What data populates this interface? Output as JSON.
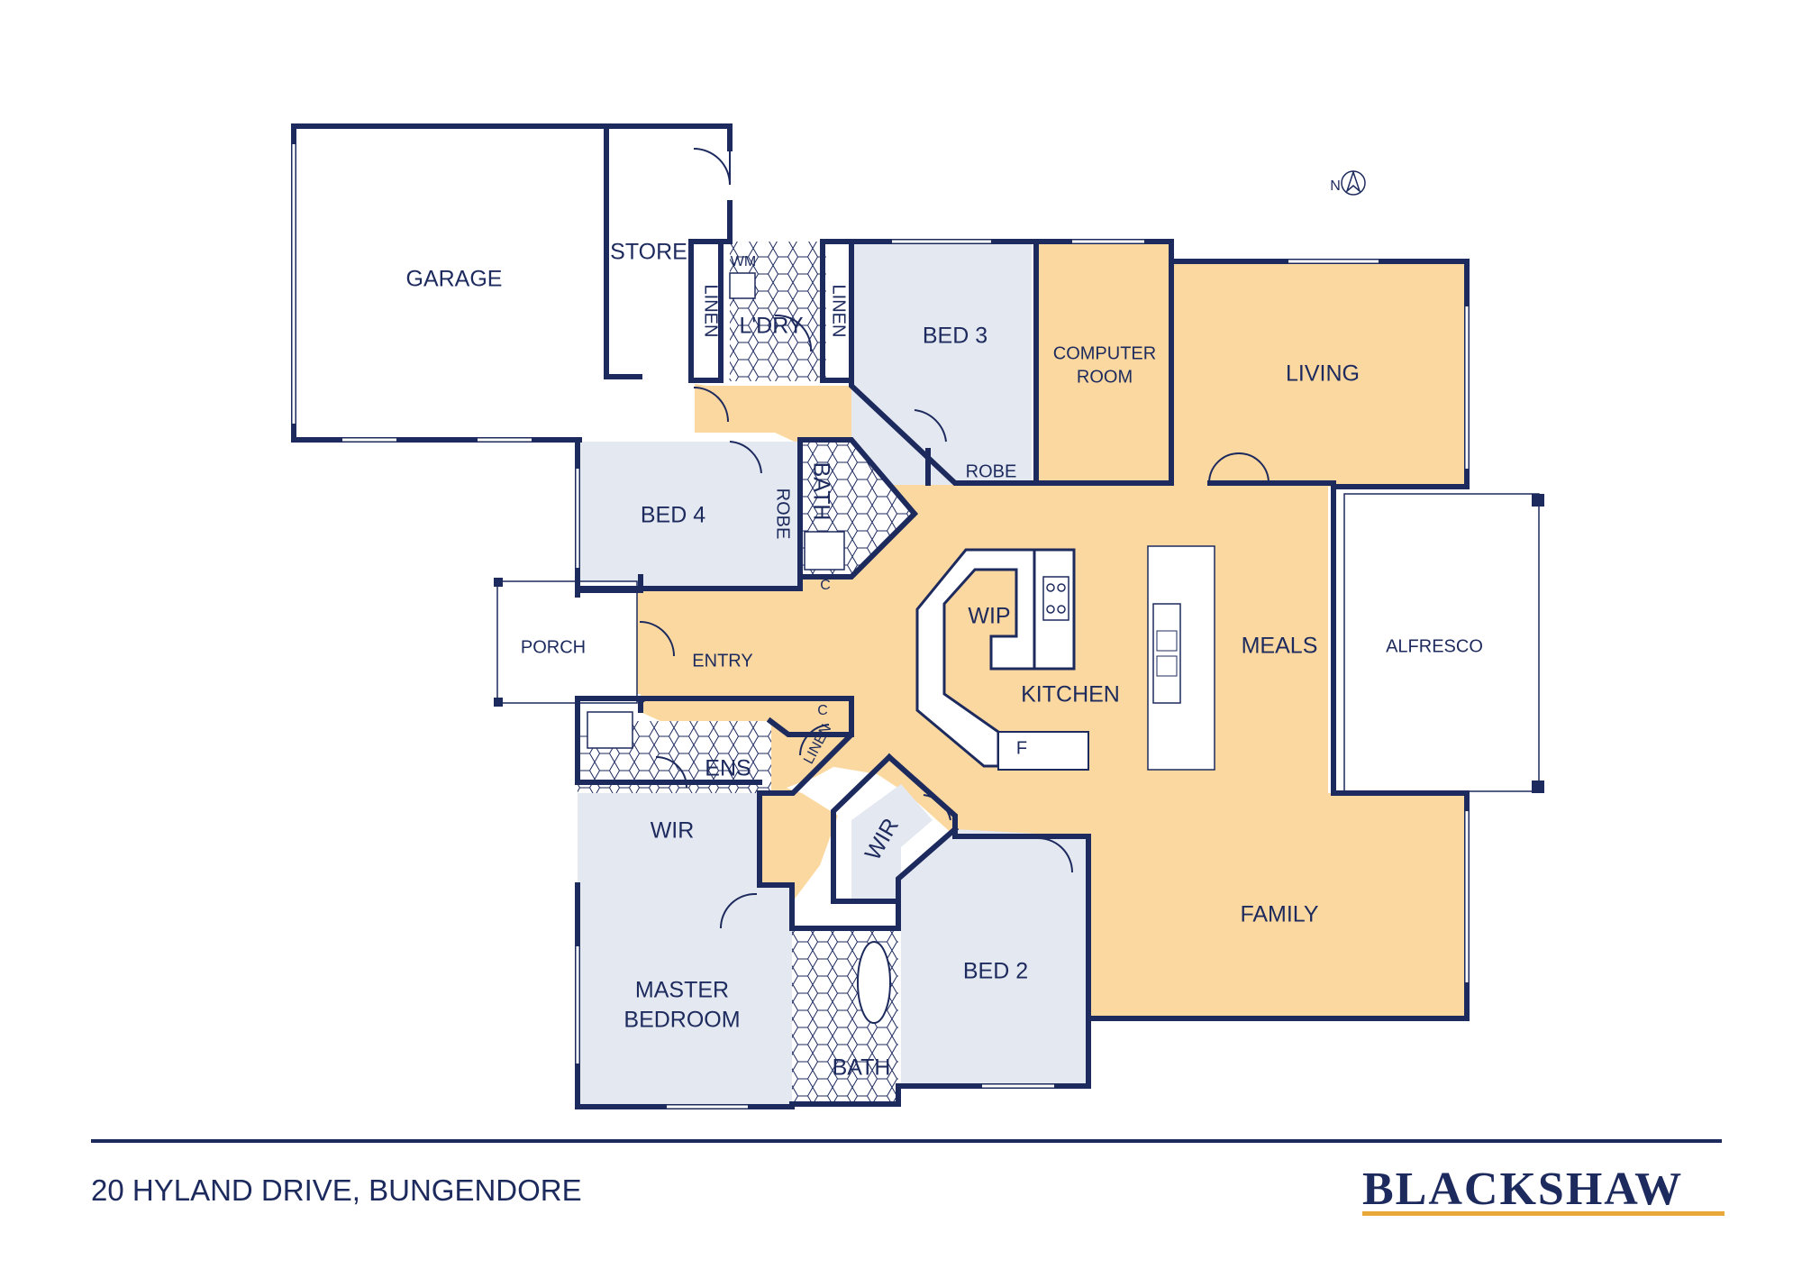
{
  "colors": {
    "wall": "#1d2a5e",
    "living_fill": "#fbd89f",
    "bedroom_fill": "#e4e8f0",
    "wet_area_fill": "#ffffff",
    "brand_accent": "#e9a93a"
  },
  "rooms": {
    "garage": "GARAGE",
    "store": "STORE",
    "wm": "WM",
    "linen_laundry_left": "LINEN",
    "laundry": "L'DRY",
    "linen_laundry_right": "LINEN",
    "bed3": "BED 3",
    "robe_bed3": "ROBE",
    "computer_room": [
      "COMPUTER",
      "ROOM"
    ],
    "living": "LIVING",
    "bed4": "BED 4",
    "robe_bed4": "ROBE",
    "bath_main": "BATH",
    "c_bath": "C",
    "porch": "PORCH",
    "entry": "ENTRY",
    "wip": "WIP",
    "kitchen": "KITCHEN",
    "fridge": "F",
    "meals": "MEALS",
    "alfresco": "ALFRESCO",
    "ens": "ENS",
    "c_ens": "C",
    "linen_hall": "LINEN",
    "wir_master": "WIR",
    "wir_bed2": "WIR",
    "master_bedroom": [
      "MASTER",
      "BEDROOM"
    ],
    "bath_second": "BATH",
    "bed2": "BED 2",
    "family": "FAMILY",
    "compass_n": "N"
  },
  "footer": {
    "address": "20 HYLAND DRIVE, BUNGENDORE",
    "brand": "BLACKSHAW"
  }
}
